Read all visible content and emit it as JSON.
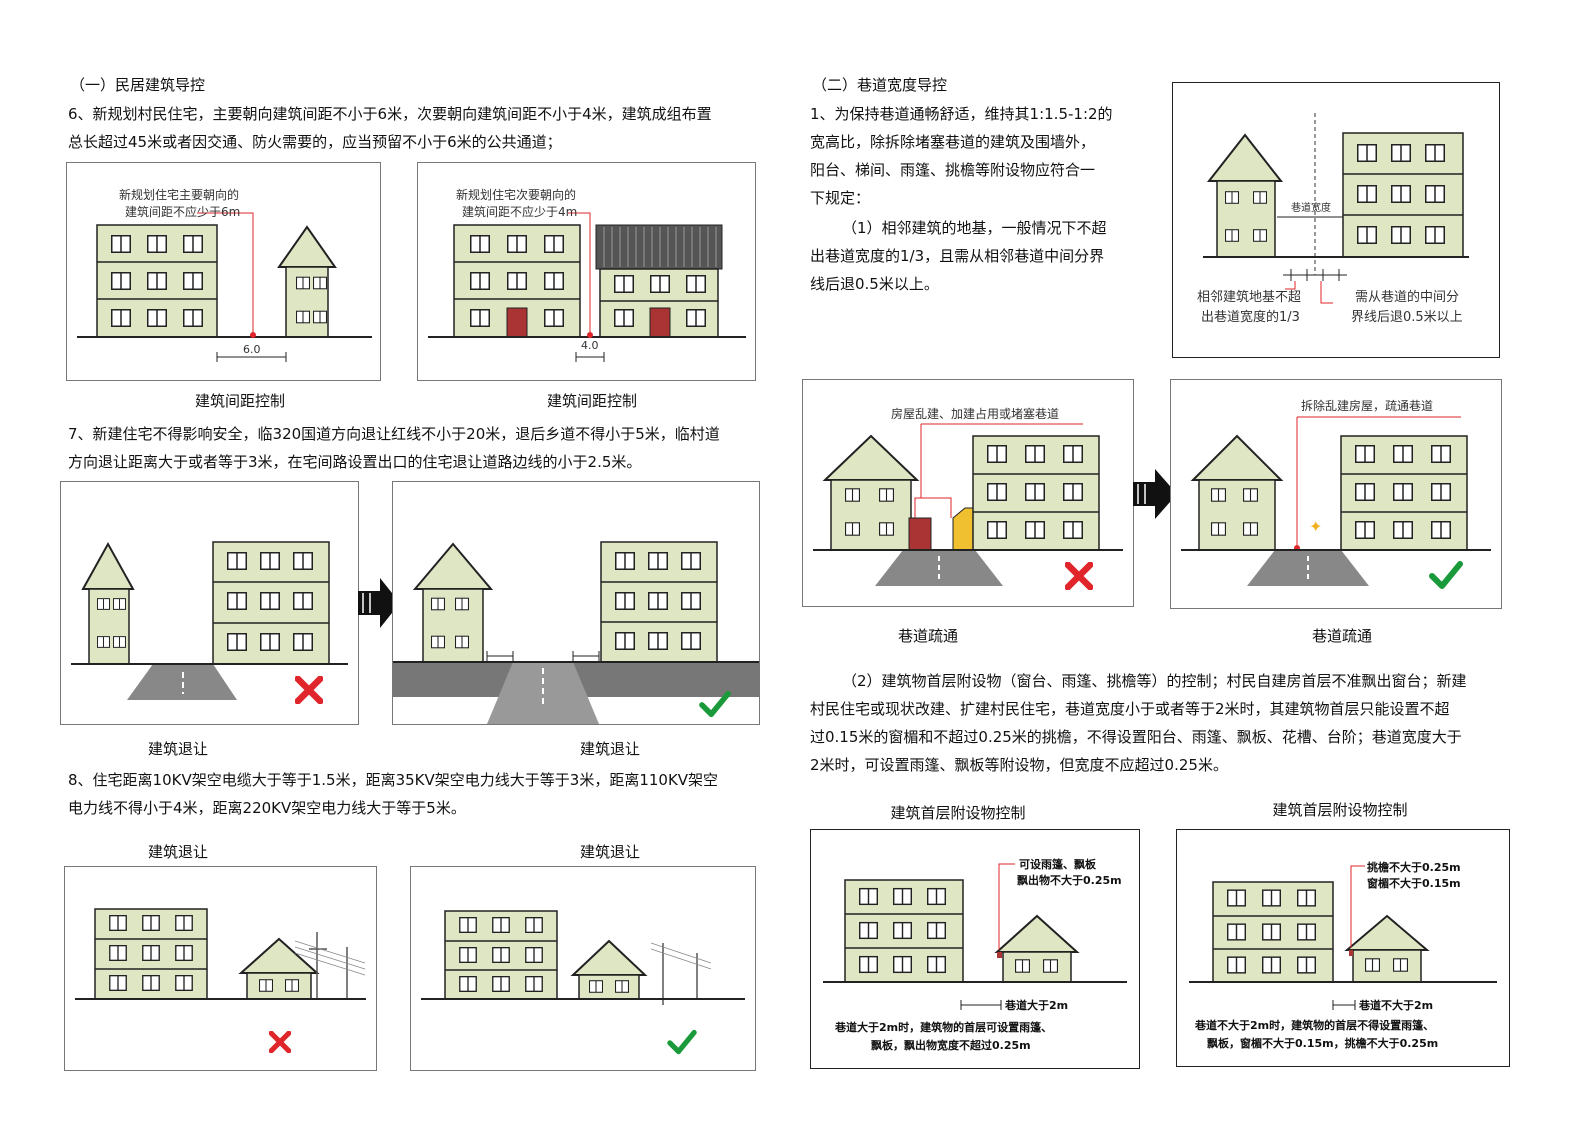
{
  "left": {
    "section_title": "（一）民居建筑导控",
    "item6": {
      "line1": "6、新规划村民住宅，主要朝向建筑间距不小于6米，次要朝向建筑间距不小于4米，建筑成组布置",
      "line2": "总长超过45米或者因交通、防火需要的，应当预留不小于6米的公共通道；"
    },
    "fig_a": {
      "label1": "新规划住宅主要朝向的",
      "label2": "建筑间距不应少于6m",
      "dim": "6.0",
      "caption": "建筑间距控制"
    },
    "fig_b": {
      "label1": "新规划住宅次要朝向的",
      "label2": "建筑间距不应少于4m",
      "dim": "4.0",
      "caption": "建筑间距控制"
    },
    "item7": {
      "line1": "7、新建住宅不得影响安全，临320国道方向退让红线不小于20米，退后乡道不得小于5米，临村道",
      "line2": "方向退让距离大于或者等于3米，在宅间路设置出口的住宅退让道路边线的小于2.5米。"
    },
    "fig_c": {
      "caption": "建筑退让"
    },
    "fig_d": {
      "caption": "建筑退让"
    },
    "item8": {
      "line1": "8、住宅距离10KV架空电缆大于等于1.5米，距离35KV架空电力线大于等于3米，距离110KV架空",
      "line2": "电力线不得小于4米，距离220KV架空电力线大于等于5米。"
    },
    "fig_e": {
      "caption": "建筑退让"
    },
    "fig_f": {
      "caption": "建筑退让"
    }
  },
  "right": {
    "section_title": "（二）巷道宽度导控",
    "item1": {
      "line1": "1、为保持巷道通畅舒适，维持其1:1.5-1:2的",
      "line2": "宽高比，除拆除堵塞巷道的建筑及围墙外，",
      "line3": "阳台、梯间、雨篷、挑檐等附设物应符合一",
      "line4": "下规定："
    },
    "sub1": {
      "line1": "（1）相邻建筑的地基，一般情况下不超",
      "line2": "出巷道宽度的1/3，且需从相邻巷道中间分界",
      "line3": "线后退0.5米以上。"
    },
    "fig_g": {
      "width_label": "巷道宽度",
      "left_note1": "相邻建筑地基不超",
      "left_note2": "出巷道宽度的1/3",
      "right_note1": "需从巷道的中间分",
      "right_note2": "界线后退0.5米以上"
    },
    "fig_h": {
      "label": "房屋乱建、加建占用或堵塞巷道",
      "caption": "巷道疏通"
    },
    "fig_i": {
      "label": "拆除乱建房屋，疏通巷道",
      "caption": "巷道疏通"
    },
    "sub2": {
      "line1": "（2）建筑物首层附设物（窗台、雨篷、挑檐等）的控制；村民自建房首层不准飘出窗台；新建",
      "line2": "村民住宅或现状改建、扩建村民住宅，巷道宽度小于或者等于2米时，其建筑物首层只能设置不超",
      "line3": "过0.15米的窗楣和不超过0.25米的挑檐，不得设置阳台、雨篷、飘板、花槽、台阶；巷道宽度大于",
      "line4": "2米时，可设置雨篷、飘板等附设物，但宽度不应超过0.25米。"
    },
    "fig_j": {
      "caption": "建筑首层附设物控制",
      "note1": "可设雨篷、飘板",
      "note2": "飘出物不大于0.25m",
      "dim": "巷道大于2m",
      "bottom1": "巷道大于2m时，建筑物的首层可设置雨篷、",
      "bottom2": "飘板，飘出物宽度不超过0.25m"
    },
    "fig_k": {
      "caption": "建筑首层附设物控制",
      "note1": "挑檐不大于0.25m",
      "note2": "窗楣不大于0.15m",
      "dim": "巷道不大于2m",
      "bottom1": "巷道不大于2m时，建筑物的首层不得设置雨篷、",
      "bottom2": "飘板，窗楣不大于0.15m，挑檐不大于0.25m"
    }
  },
  "colors": {
    "building": "#dfe6c4",
    "outline": "#222",
    "red": "#e0262a",
    "green": "#1a9a3a",
    "road": "#777"
  }
}
